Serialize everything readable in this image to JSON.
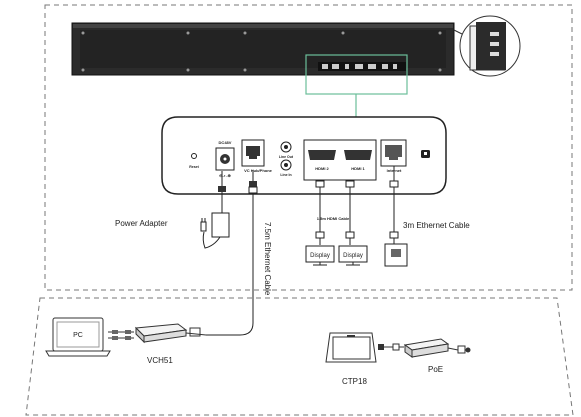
{
  "diagram": {
    "labels": {
      "power_adapter": "Power Adapter",
      "ethernet_7_5": "7.5m Ethernet Cable",
      "ethernet_3": "3m Ethernet Cable",
      "hdmi_cable": "1.5m HDMI Cable",
      "display_1": "Display",
      "display_2": "Display",
      "pc": "PC",
      "vch51": "VCH51",
      "ctp18": "CTP18",
      "poe": "PoE"
    },
    "ports": {
      "dc": "DC48V",
      "vc_hub": "VC Hub/Phone",
      "line_out": "Line Out",
      "line_in": "Line In",
      "hdmi2": "HDMI 2",
      "hdmi1": "HDMI 1",
      "internet": "Internet",
      "reset": "Reset"
    }
  }
}
